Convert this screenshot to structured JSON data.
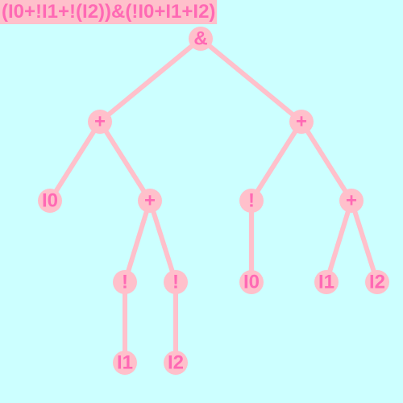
{
  "title": "(I0+!I1+!(I2))&(!I0+I1+I2)",
  "colors": {
    "background": "#ccffff",
    "accent": "#ffc0cb",
    "text": "#ff69b4"
  },
  "tree": {
    "nodes": [
      {
        "id": "root",
        "label": "&"
      },
      {
        "id": "or-left",
        "label": "+"
      },
      {
        "id": "or-right",
        "label": "+"
      },
      {
        "id": "leaf-i0-left",
        "label": "I0"
      },
      {
        "id": "or-left-inner",
        "label": "+"
      },
      {
        "id": "not-right",
        "label": "!"
      },
      {
        "id": "or-right-inner",
        "label": "+"
      },
      {
        "id": "not-i1-left",
        "label": "!"
      },
      {
        "id": "not-i2-left",
        "label": "!"
      },
      {
        "id": "leaf-i0-right",
        "label": "I0"
      },
      {
        "id": "leaf-i1-right",
        "label": "I1"
      },
      {
        "id": "leaf-i2-right",
        "label": "I2"
      },
      {
        "id": "leaf-i1-left",
        "label": "I1"
      },
      {
        "id": "leaf-i2-left",
        "label": "I2"
      }
    ],
    "edges": [
      [
        "root",
        "or-left"
      ],
      [
        "root",
        "or-right"
      ],
      [
        "or-left",
        "leaf-i0-left"
      ],
      [
        "or-left",
        "or-left-inner"
      ],
      [
        "or-left-inner",
        "not-i1-left"
      ],
      [
        "or-left-inner",
        "not-i2-left"
      ],
      [
        "not-i1-left",
        "leaf-i1-left"
      ],
      [
        "not-i2-left",
        "leaf-i2-left"
      ],
      [
        "or-right",
        "not-right"
      ],
      [
        "or-right",
        "or-right-inner"
      ],
      [
        "not-right",
        "leaf-i0-right"
      ],
      [
        "or-right-inner",
        "leaf-i1-right"
      ],
      [
        "or-right-inner",
        "leaf-i2-right"
      ]
    ]
  }
}
